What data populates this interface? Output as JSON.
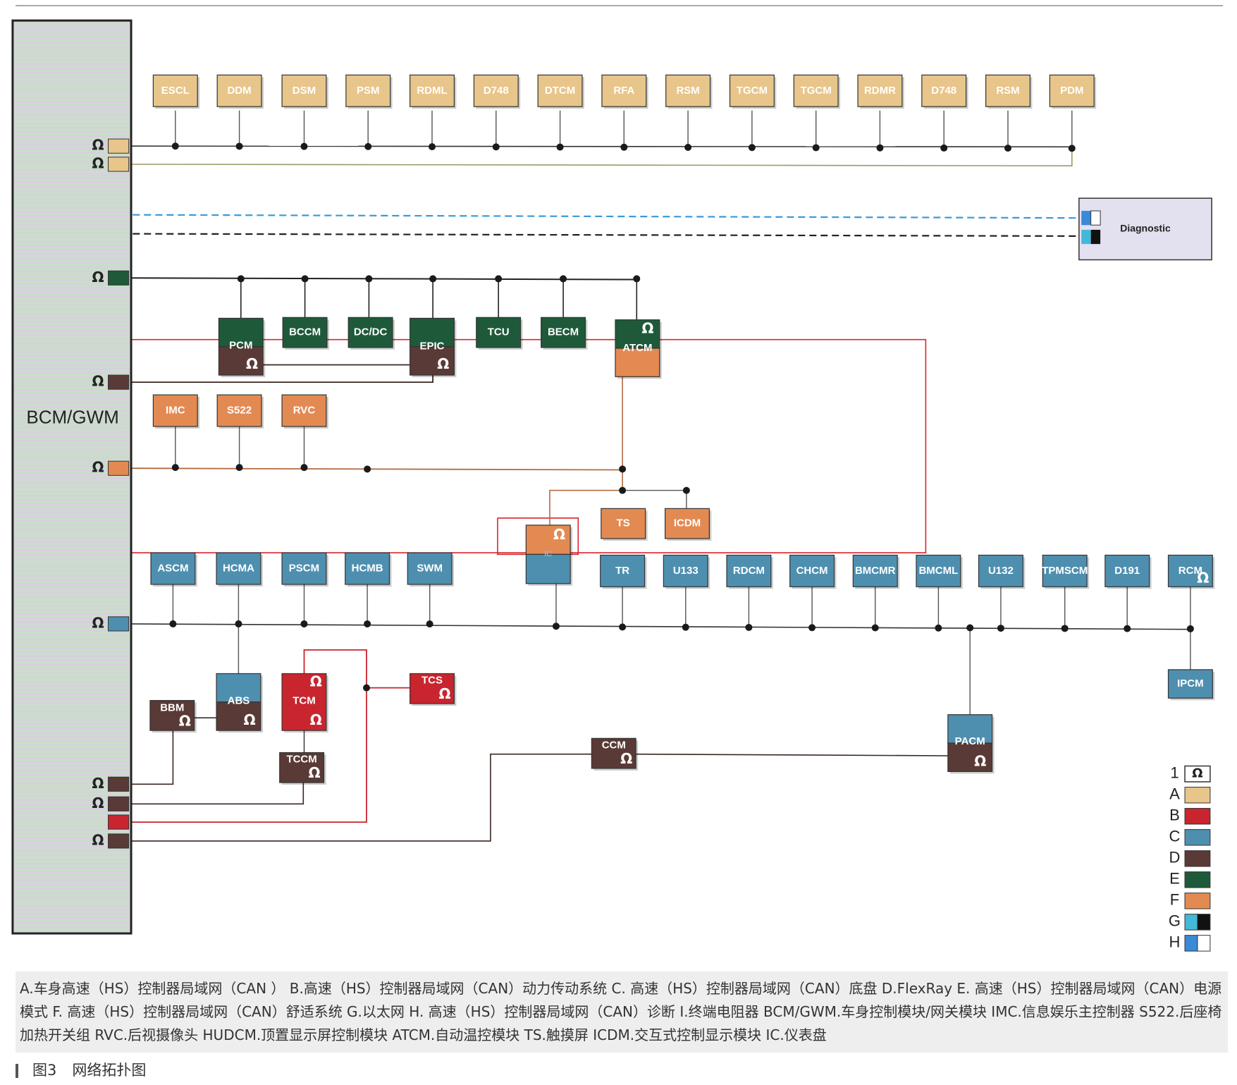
{
  "bcm_label": "BCM/GWM",
  "diagnostic_label": "Diagnostic",
  "omega": "Ω",
  "row_a": [
    "ESCL",
    "DDM",
    "DSM",
    "PSM",
    "RDML",
    "D748",
    "DTCM",
    "RFA",
    "RSM",
    "TGCM",
    "TGCM",
    "RDMR",
    "D748",
    "RSM",
    "PDM"
  ],
  "row_e": [
    "PCM",
    "BCCM",
    "DC/DC",
    "EPIC",
    "TCU",
    "BECM",
    "ATCM"
  ],
  "row_f": [
    "IMC",
    "S522",
    "RVC"
  ],
  "row_f2": [
    "TS",
    "ICDM"
  ],
  "ic_label": "IC",
  "row_c_left": [
    "ASCM",
    "HCMA",
    "PSCM",
    "HCMB",
    "SWM"
  ],
  "row_c_right": [
    "TR",
    "U133",
    "RDCM",
    "CHCM",
    "BMCMR",
    "BMCML",
    "U132",
    "TPMSCM",
    "D191",
    "RCM"
  ],
  "ipcm": "IPCM",
  "lower": {
    "bbm": "BBM",
    "abs": "ABS",
    "tcm": "TCM",
    "tccm": "TCCM",
    "tcs": "TCS",
    "ccm": "CCM",
    "pacm": "PACM"
  },
  "legend": [
    {
      "key": "1",
      "label": "Ω"
    },
    {
      "key": "A",
      "color": "#e8c58a"
    },
    {
      "key": "B",
      "color": "#c8252e"
    },
    {
      "key": "C",
      "color": "#4e8fb0"
    },
    {
      "key": "D",
      "color": "#5a3a36"
    },
    {
      "key": "E",
      "color": "#1e5a3a"
    },
    {
      "key": "F",
      "color": "#e38a52"
    },
    {
      "key": "G",
      "color": "#44b8d8"
    },
    {
      "key": "H",
      "color": "#3a8ad8"
    }
  ],
  "colors": {
    "A": "#e8c58a",
    "B": "#c8252e",
    "C": "#4e8fb0",
    "D": "#5a3a36",
    "E": "#1e5a3a",
    "F": "#e38a52",
    "G": "#44b8d8",
    "H": "#3a8ad8",
    "resistor_box": "#d8252e"
  },
  "caption": "A.车身高速（HS）控制器局域网（CAN ） B.高速（HS）控制器局域网（CAN）动力传动系统 C. 高速（HS）控制器局域网（CAN）底盘 D.FlexRay E. 高速（HS）控制器局域网（CAN）电源模式 F. 高速（HS）控制器局域网（CAN）舒适系统 G.以太网 H. 高速（HS）控制器局域网（CAN）诊断 I.终端电阻器 BCM/GWM.车身控制模块/网关模块 IMC.信息娱乐主控制器 S522.后座椅加热开关组 RVC.后视摄像头 HUDCM.顶置显示屏控制模块 ATCM.自动温控模块 TS.触摸屏 ICDM.交互式控制显示模块 IC.仪表盘",
  "figure_number": "图3",
  "figure_title": "网络拓扑图"
}
